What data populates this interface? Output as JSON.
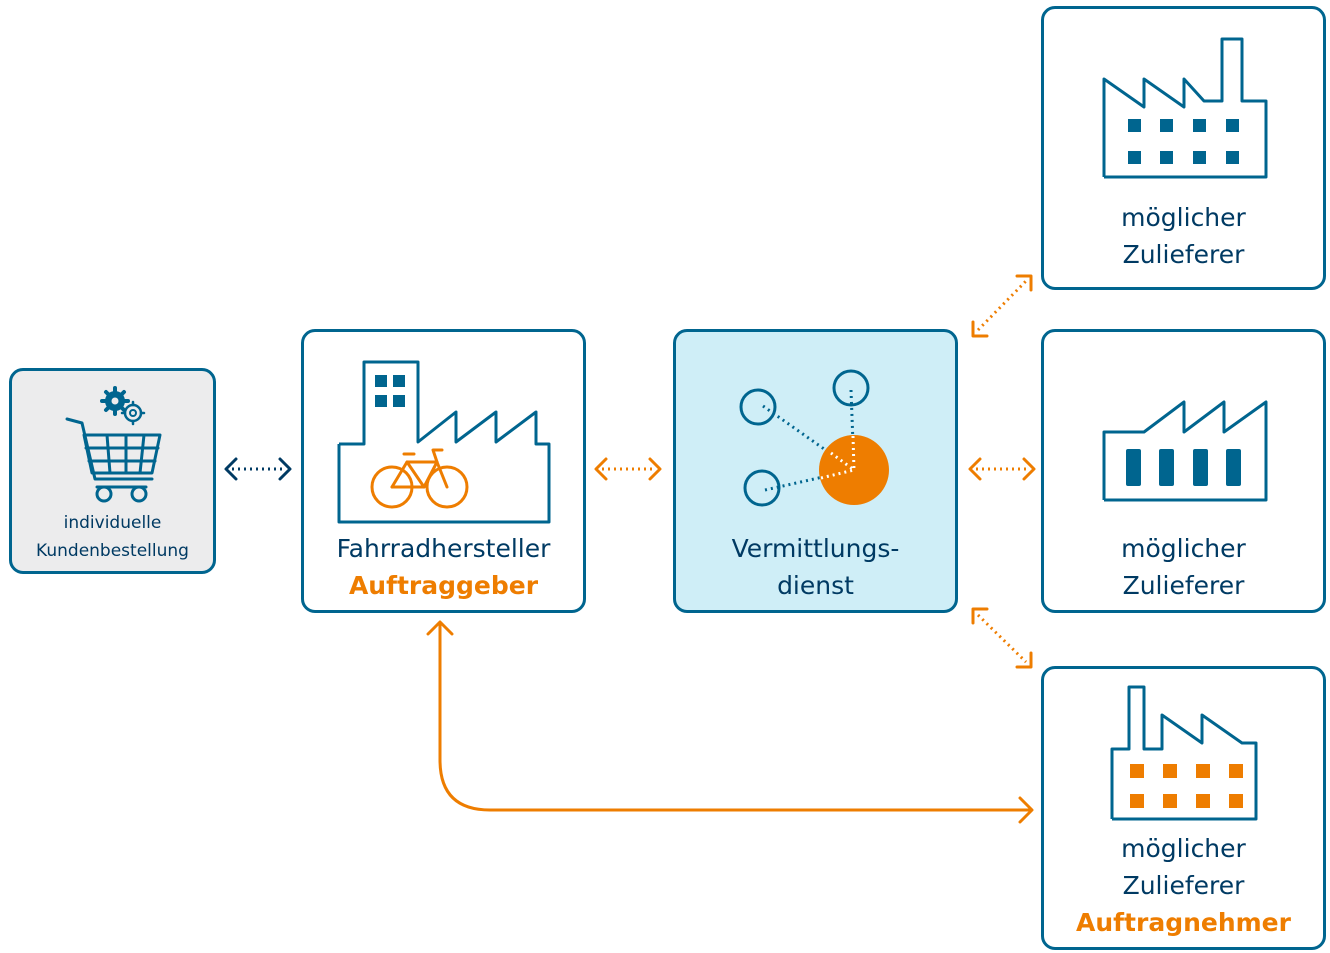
{
  "customer": {
    "line1": "individuelle",
    "line2": "Kundenbestellung",
    "icon": "shopping-cart-gears-icon"
  },
  "manufacturer": {
    "line1": "Fahrradhersteller",
    "line2": "Auftraggeber",
    "icon": "bicycle-factory-icon"
  },
  "broker": {
    "line1": "Vermittlungs-",
    "line2": "dienst",
    "icon": "network-hub-icon"
  },
  "suppliers": [
    {
      "line1": "möglicher",
      "line2": "Zulieferer",
      "line3": "",
      "icon": "factory-chimney-icon"
    },
    {
      "line1": "möglicher",
      "line2": "Zulieferer",
      "line3": "",
      "icon": "factory-sawtooth-icon"
    },
    {
      "line1": "möglicher",
      "line2": "Zulieferer",
      "line3": "Auftragnehmer",
      "icon": "factory-chimney-orange-icon"
    }
  ],
  "colors": {
    "blue": "#00658f",
    "navy": "#003a63",
    "orange": "#ee7d00",
    "light_blue": "#cfeef7",
    "gray": "#ececed"
  }
}
